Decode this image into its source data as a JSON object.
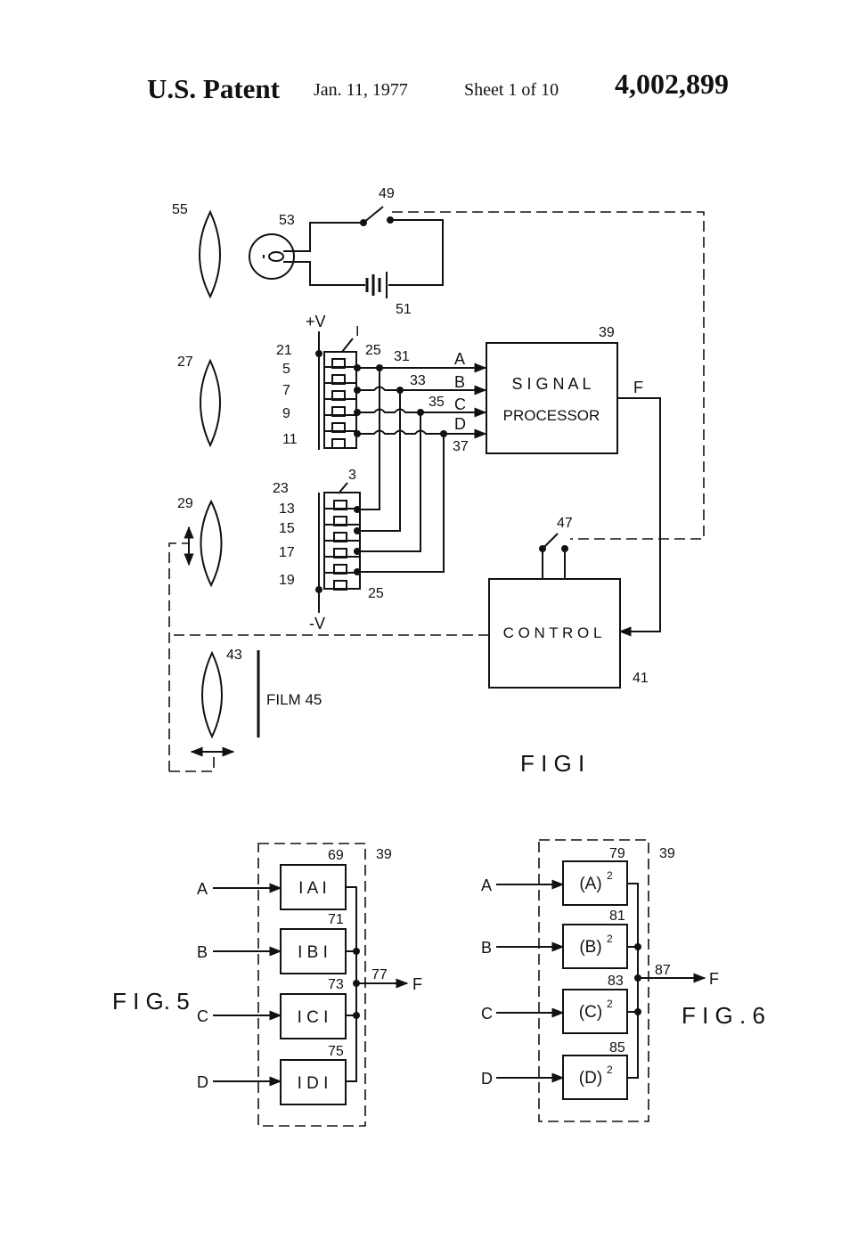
{
  "header": {
    "title": "U.S. Patent",
    "date": "Jan. 11, 1977",
    "sheet": "Sheet 1 of 10",
    "patent_number": "4,002,899"
  },
  "fig1": {
    "caption": "F I G   I",
    "signal_processor": [
      "S I G N A L",
      "PROCESSOR"
    ],
    "control": "C O N T R O L",
    "film": "FILM 45",
    "plus_v": "+V",
    "minus_v": "-V",
    "line_A": "A",
    "line_B": "B",
    "line_C": "C",
    "line_D": "D",
    "line_F": "F",
    "refs": {
      "r55": "55",
      "r53": "53",
      "r49": "49",
      "r51": "51",
      "r27": "27",
      "r29": "29",
      "r43": "43",
      "r1": "I",
      "r3": "3",
      "r21": "21",
      "r23": "23",
      "r25a": "25",
      "r25b": "25",
      "r5": "5",
      "r7": "7",
      "r9": "9",
      "r11": "11",
      "r13": "13",
      "r15": "15",
      "r17": "17",
      "r19": "19",
      "r31": "31",
      "r33": "33",
      "r35": "35",
      "r37": "37",
      "r39": "39",
      "r41": "41",
      "r47": "47"
    }
  },
  "fig5": {
    "caption": "F I G. 5",
    "blocks": [
      "I A I",
      "I B I",
      "I C I",
      "I D I"
    ],
    "block_refs": [
      "69",
      "71",
      "73",
      "75"
    ],
    "inputs": [
      "A",
      "B",
      "C",
      "D"
    ],
    "output": "F",
    "ref_box": "39",
    "ref_node": "77"
  },
  "fig6": {
    "caption": "F I G . 6",
    "blocks": [
      "(A)",
      "(B)",
      "(C)",
      "(D)"
    ],
    "exponent": "2",
    "block_refs": [
      "79",
      "81",
      "83",
      "85"
    ],
    "inputs": [
      "A",
      "B",
      "C",
      "D"
    ],
    "output": "F",
    "ref_box": "39",
    "ref_node": "87"
  }
}
